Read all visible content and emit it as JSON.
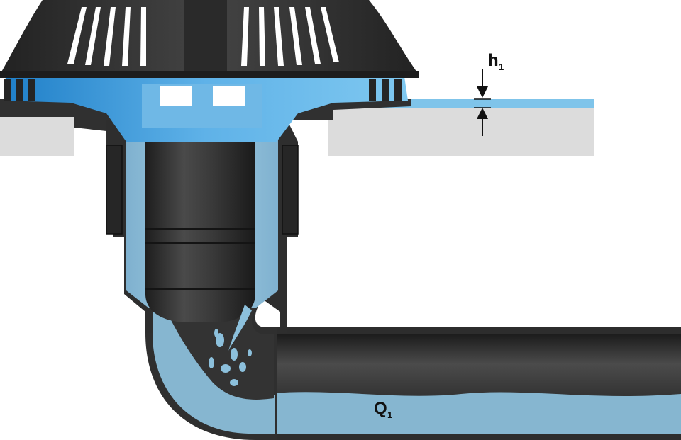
{
  "labels": {
    "head_main": "h",
    "head_sub": "1",
    "flow_main": "Q",
    "flow_sub": "1"
  },
  "colors": {
    "background": "#ffffff",
    "roof_slab": "#dcdcdc",
    "water_surface": "#7fc4ea",
    "water_blue": "#2f8fd6",
    "water_light": "#8fc3dc",
    "water_pipe": "#86b6d0",
    "plastic_dark": "#2b2b2b",
    "plastic_mid": "#3a3a3a",
    "outline": "#000000"
  }
}
